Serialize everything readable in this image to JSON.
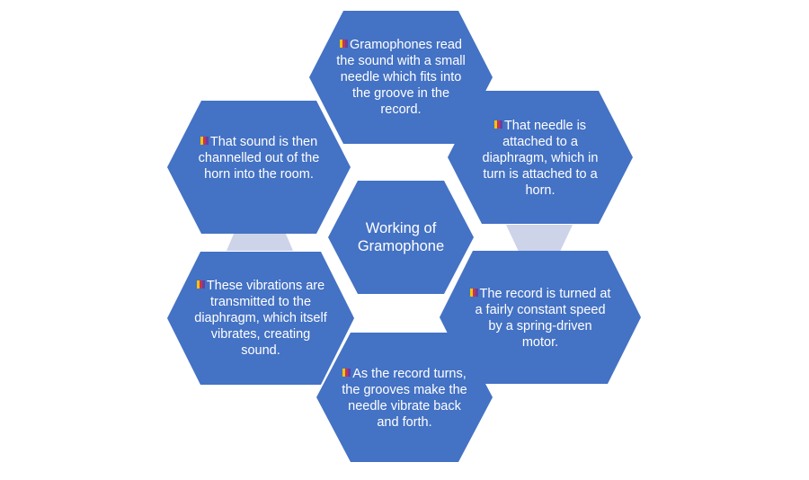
{
  "colors": {
    "hex_fill": "#4472C4",
    "connector_fill": "#CDD3E9",
    "text": "#FFFFFF"
  },
  "bullet_icon": "multicolor-square-bullet-icon",
  "center": {
    "label": "Working of Gramophone"
  },
  "steps": [
    {
      "text": "Gramophones read the sound with a small needle which fits into the groove in the record."
    },
    {
      "text": "That needle is attached to a diaphragm, which in turn is attached to a horn."
    },
    {
      "text": "The record is turned at a fairly constant speed by a spring-driven motor."
    },
    {
      "text": "As the record turns, the grooves make the needle vibrate back and forth."
    },
    {
      "text": "These vibrations are transmitted to the diaphragm, which itself vibrates, creating sound."
    },
    {
      "text": "That sound is then channelled out of the horn into the room."
    }
  ]
}
